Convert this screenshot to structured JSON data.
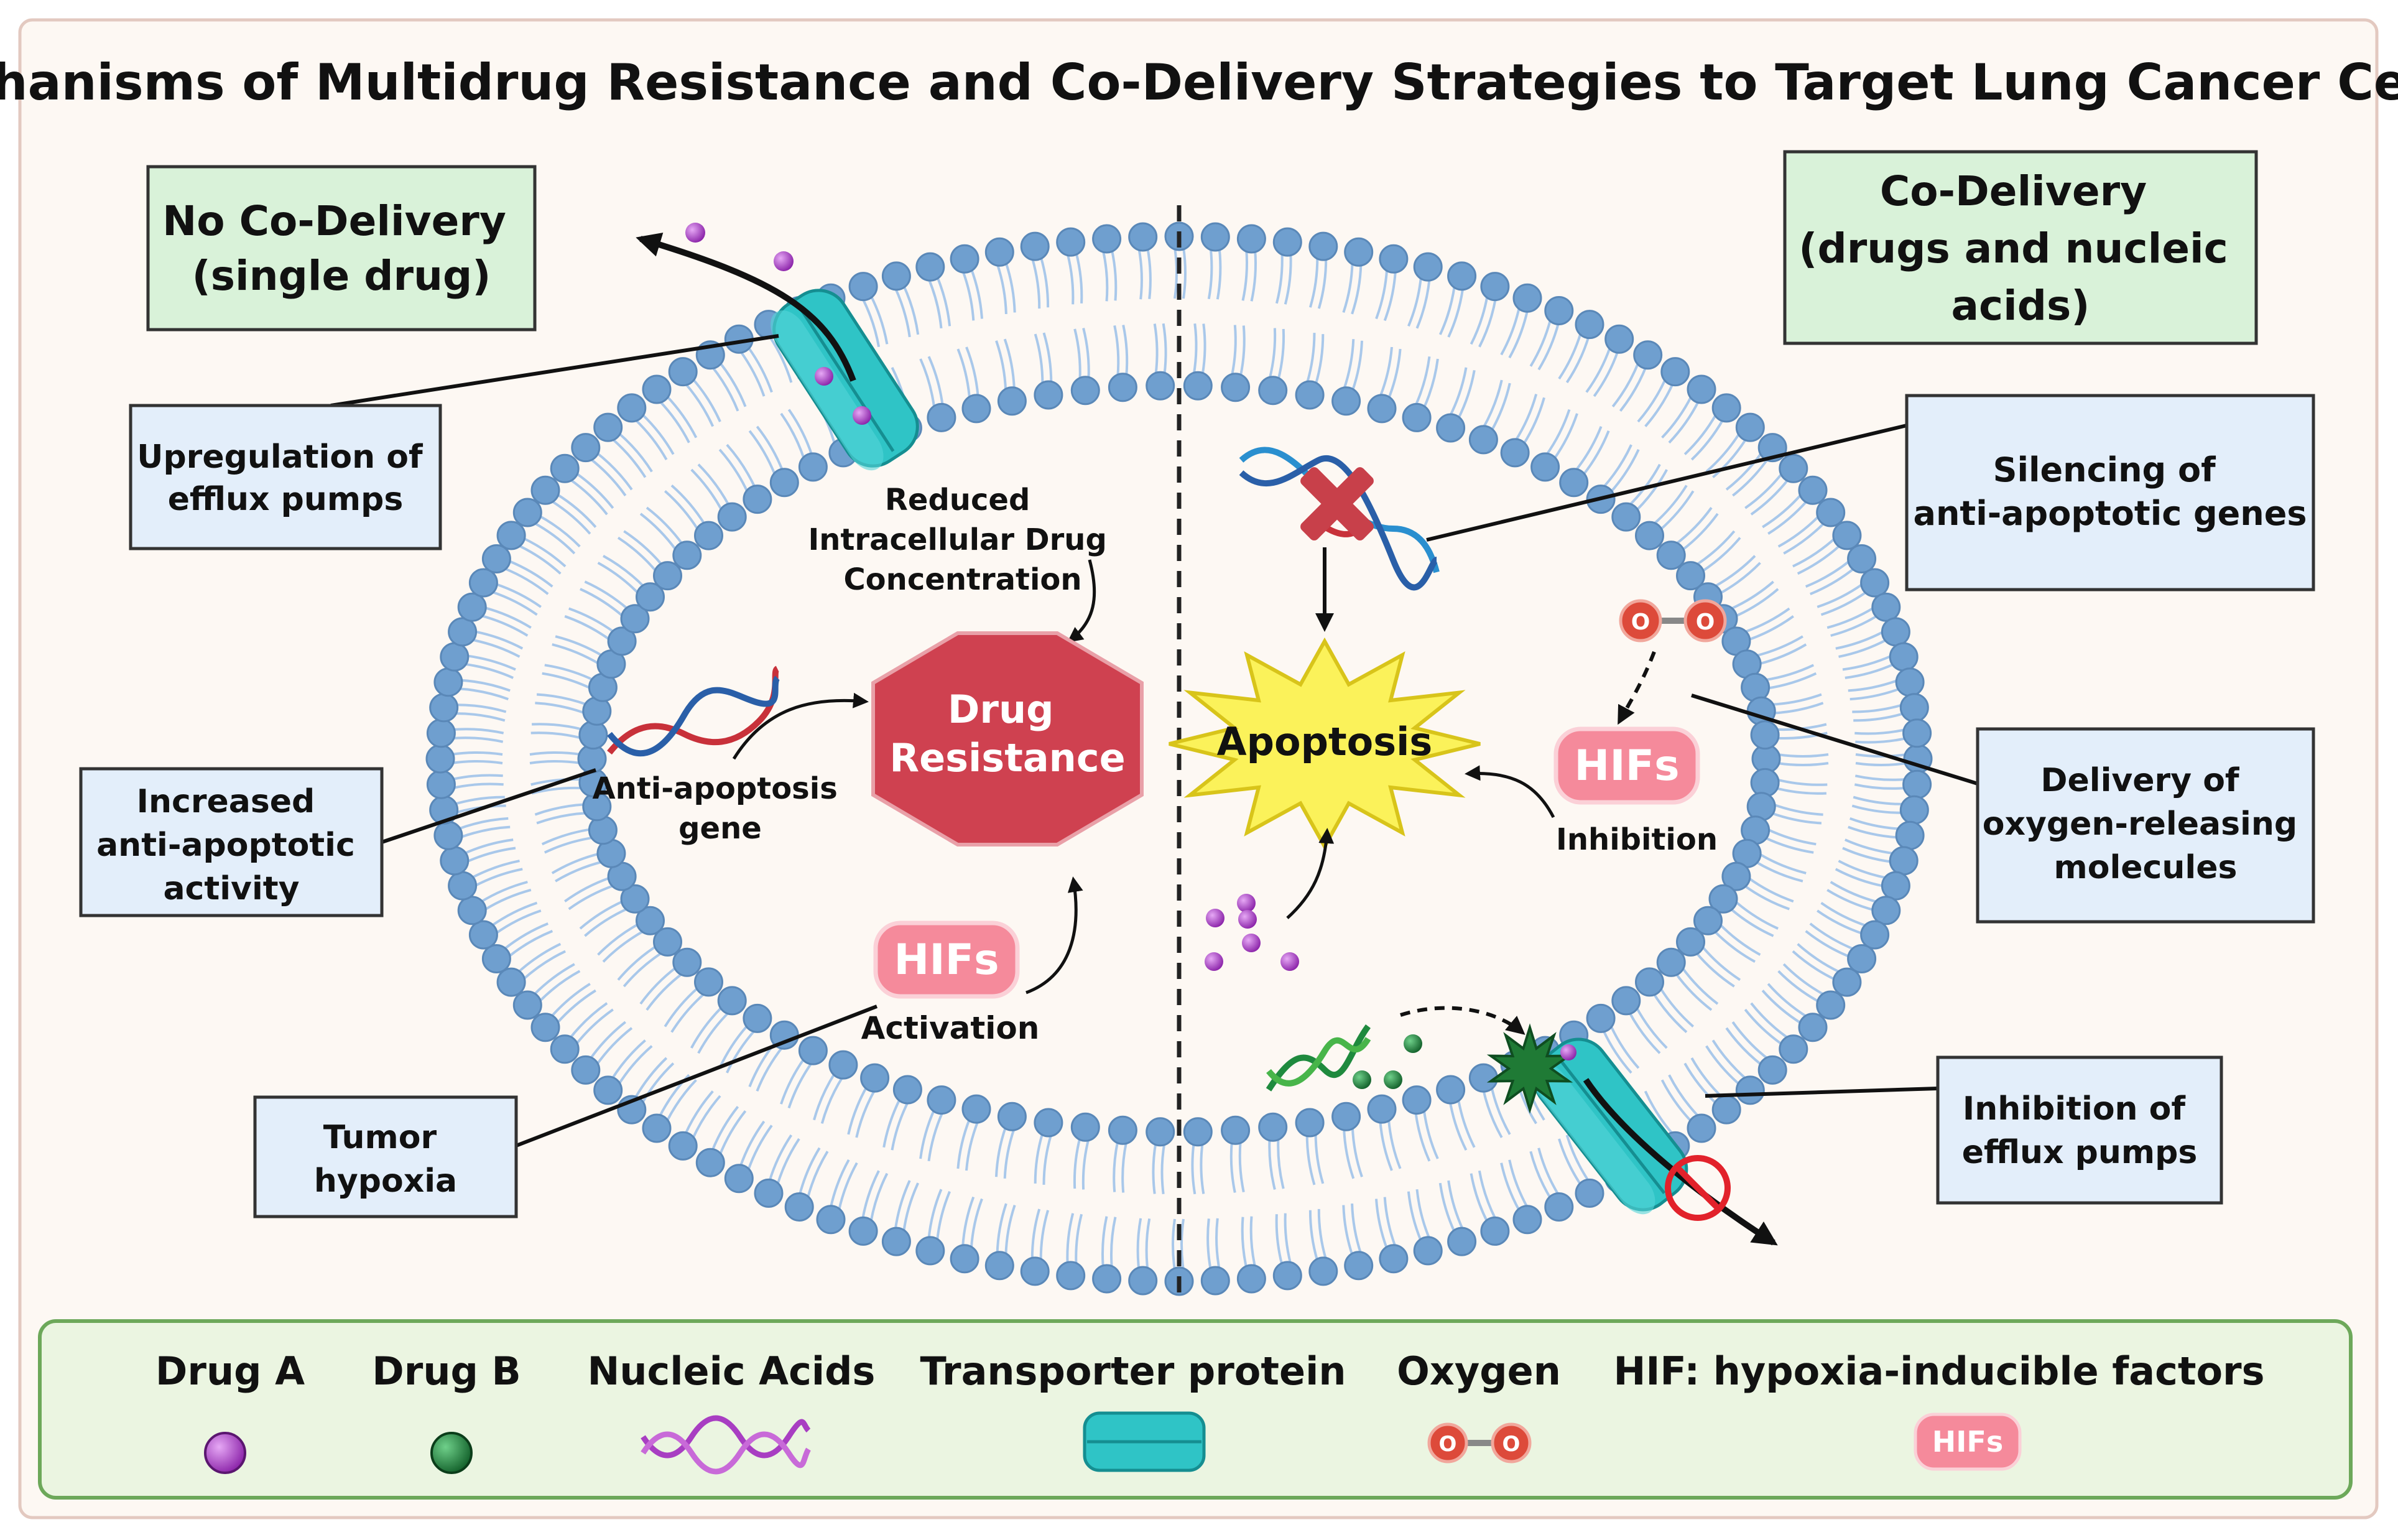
{
  "title": "Mechanisms of Multidrug Resistance and Co-Delivery Strategies to Target Lung Cancer Cells",
  "panels": {
    "left_header": [
      "No Co-Delivery",
      "(single drug)"
    ],
    "right_header": [
      "Co-Delivery",
      "(drugs and nucleic",
      "acids)"
    ]
  },
  "callouts": {
    "efflux_up": [
      "Upregulation of",
      "efflux pumps"
    ],
    "anti_apoptotic": [
      "Increased",
      "anti-apoptotic",
      "activity"
    ],
    "hypoxia": [
      "Tumor",
      "hypoxia"
    ],
    "silencing": [
      "Silencing of",
      "anti-apoptotic genes"
    ],
    "oxygen_delivery": [
      "Delivery of",
      "oxygen-releasing",
      "molecules"
    ],
    "efflux_inhibit": [
      "Inhibition of",
      "efflux pumps"
    ]
  },
  "inner": {
    "reduced": [
      "Reduced",
      "Intracellular Drug",
      "Concentration"
    ],
    "drug_resistance": [
      "Drug",
      "Resistance"
    ],
    "anti_gene": [
      "Anti-apoptosis",
      "gene"
    ],
    "hifs_left": "HIFs",
    "activation": "Activation",
    "apoptosis": "Apoptosis",
    "hifs_right": "HIFs",
    "inhibition": "Inhibition",
    "oxygen_atom": "O"
  },
  "legend": {
    "drug_a": "Drug A",
    "drug_b": "Drug B",
    "nucleic": "Nucleic Acids",
    "transporter": "Transporter protein",
    "oxygen": "Oxygen",
    "hif": "HIF: hypoxia-inducible factors",
    "hif_badge": "HIFs",
    "oxygen_atom": "O"
  },
  "colors": {
    "background": "#fdf8f3",
    "panel_green": "#d9f2d9",
    "callout_blue": "#e3eefa",
    "lipid_head": "#6f9fcf",
    "lipid_tail": "#a9c8ea",
    "transporter": "#2fc4c6",
    "drug_a": "#a83ec2",
    "drug_b": "#1f8a3e",
    "drug_resistance": "#cf4150",
    "apoptosis": "#fbf25a",
    "hif_badge": "#f58a9b",
    "oxygen": "#dd4a3a",
    "legend_bg": "#ebf5e1",
    "legend_border": "#6da85a"
  }
}
